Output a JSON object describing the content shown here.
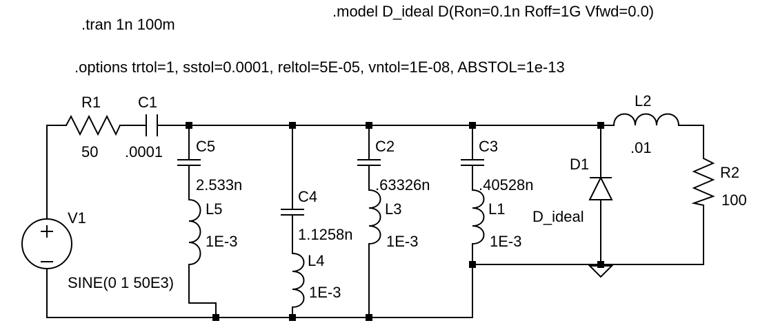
{
  "directives": {
    "tran": ".tran 1n 100m",
    "model": ".model D_ideal D(Ron=0.1n Roff=1G Vfwd=0.0)",
    "options": ".options trtol=1, sstol=0.0001, reltol=5E-05, vntol=1E-08, ABSTOL=1e-13"
  },
  "components": {
    "R1": {
      "name": "R1",
      "value": "50"
    },
    "C1": {
      "name": "C1",
      "value": ".0001"
    },
    "C5": {
      "name": "C5",
      "value": "2.533n"
    },
    "L5": {
      "name": "L5",
      "value": "1E-3"
    },
    "C4": {
      "name": "C4",
      "value": "1.1258n"
    },
    "L4": {
      "name": "L4",
      "value": "1E-3"
    },
    "C2": {
      "name": "C2",
      "value": ".63326n"
    },
    "L3": {
      "name": "L3",
      "value": "1E-3"
    },
    "C3": {
      "name": "C3",
      "value": ".40528n"
    },
    "L1": {
      "name": "L1",
      "value": "1E-3"
    },
    "D1": {
      "name": "D1",
      "value": "D_ideal"
    },
    "L2": {
      "name": "L2",
      "value": ".01"
    },
    "R2": {
      "name": "R2",
      "value": "100"
    },
    "V1": {
      "name": "V1",
      "value": "SINE(0 1 50E3)"
    }
  },
  "colors": {
    "wire": "#000000",
    "background": "#ffffff"
  }
}
